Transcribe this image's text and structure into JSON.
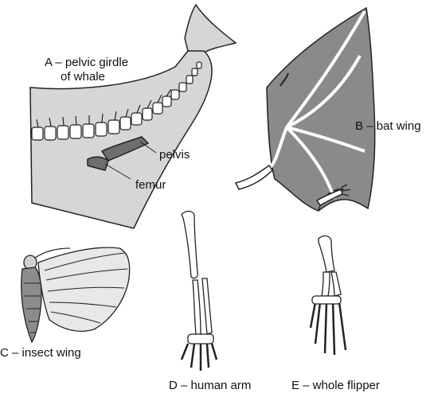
{
  "labels": {
    "whale_line1": "A – pelvic girdle",
    "whale_line2": "of whale",
    "pelvis": "pelvis",
    "femur": "femur",
    "bat": "B – bat wing",
    "insect": "C – insect wing",
    "human": "D – human arm",
    "flipper": "E – whole flipper"
  },
  "colors": {
    "whale_body": "#d6d6d6",
    "bat_membrane": "#8a8a8a",
    "bone": "#ffffff",
    "pelvis_bone": "#6e6e6e",
    "outline": "#222222",
    "insect_wing": "#e8e8e8",
    "insect_body_dark": "#8c8c8c"
  }
}
